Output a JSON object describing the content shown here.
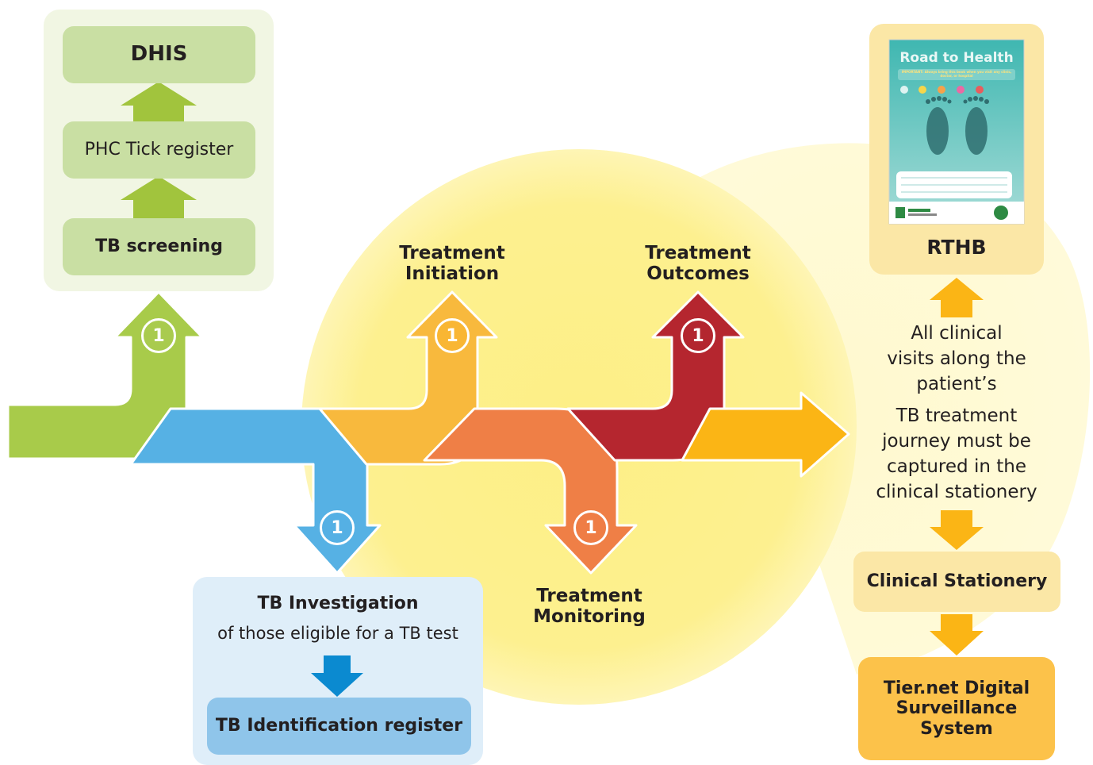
{
  "surveillance": {
    "dhis": "DHIS",
    "phc_tick": "PHC Tick register",
    "tb_screening": "TB screening"
  },
  "investigation": {
    "title": "TB Investigation",
    "subtitle": "of those eligible for a TB test",
    "register": "TB Identification register"
  },
  "stages": {
    "initiation_line1": "Treatment",
    "initiation_line2": "Initiation",
    "outcomes_line1": "Treatment",
    "outcomes_line2": "Outcomes",
    "monitoring_line1": "Treatment",
    "monitoring_line2": "Monitoring"
  },
  "badges": {
    "screening": "1",
    "investigation": "1",
    "initiation": "1",
    "monitoring": "1",
    "outcomes": "1"
  },
  "rthb": {
    "booklet_title": "Road to Health",
    "booklet_notice": "IMPORTANT: Always bring this book when you visit any clinic, doctor, or hospital",
    "label": "RTHB"
  },
  "clinical_note": {
    "line1": "All clinical",
    "line2": "visits along the",
    "line3": "patient’s",
    "line4": "TB treatment",
    "line5": "journey must be",
    "line6": "captured in the",
    "line7": "clinical stationery"
  },
  "stationery": {
    "label": "Clinical Stationery"
  },
  "tiernet": {
    "line1": "Tier.net Digital",
    "line2": "Surveillance",
    "line3": "System"
  },
  "colors": {
    "screening": "#a9cb4e",
    "investigation": "#55b0e4",
    "initiation": "#f9b633",
    "monitoring": "#ef7d45",
    "outcomes": "#b3262f",
    "flow": "#fbb515",
    "yellow_bg": "#fdf190",
    "green_box": "#c9dfa3",
    "blue_box": "#8fc5ea",
    "orange_box": "#fcc24a"
  }
}
